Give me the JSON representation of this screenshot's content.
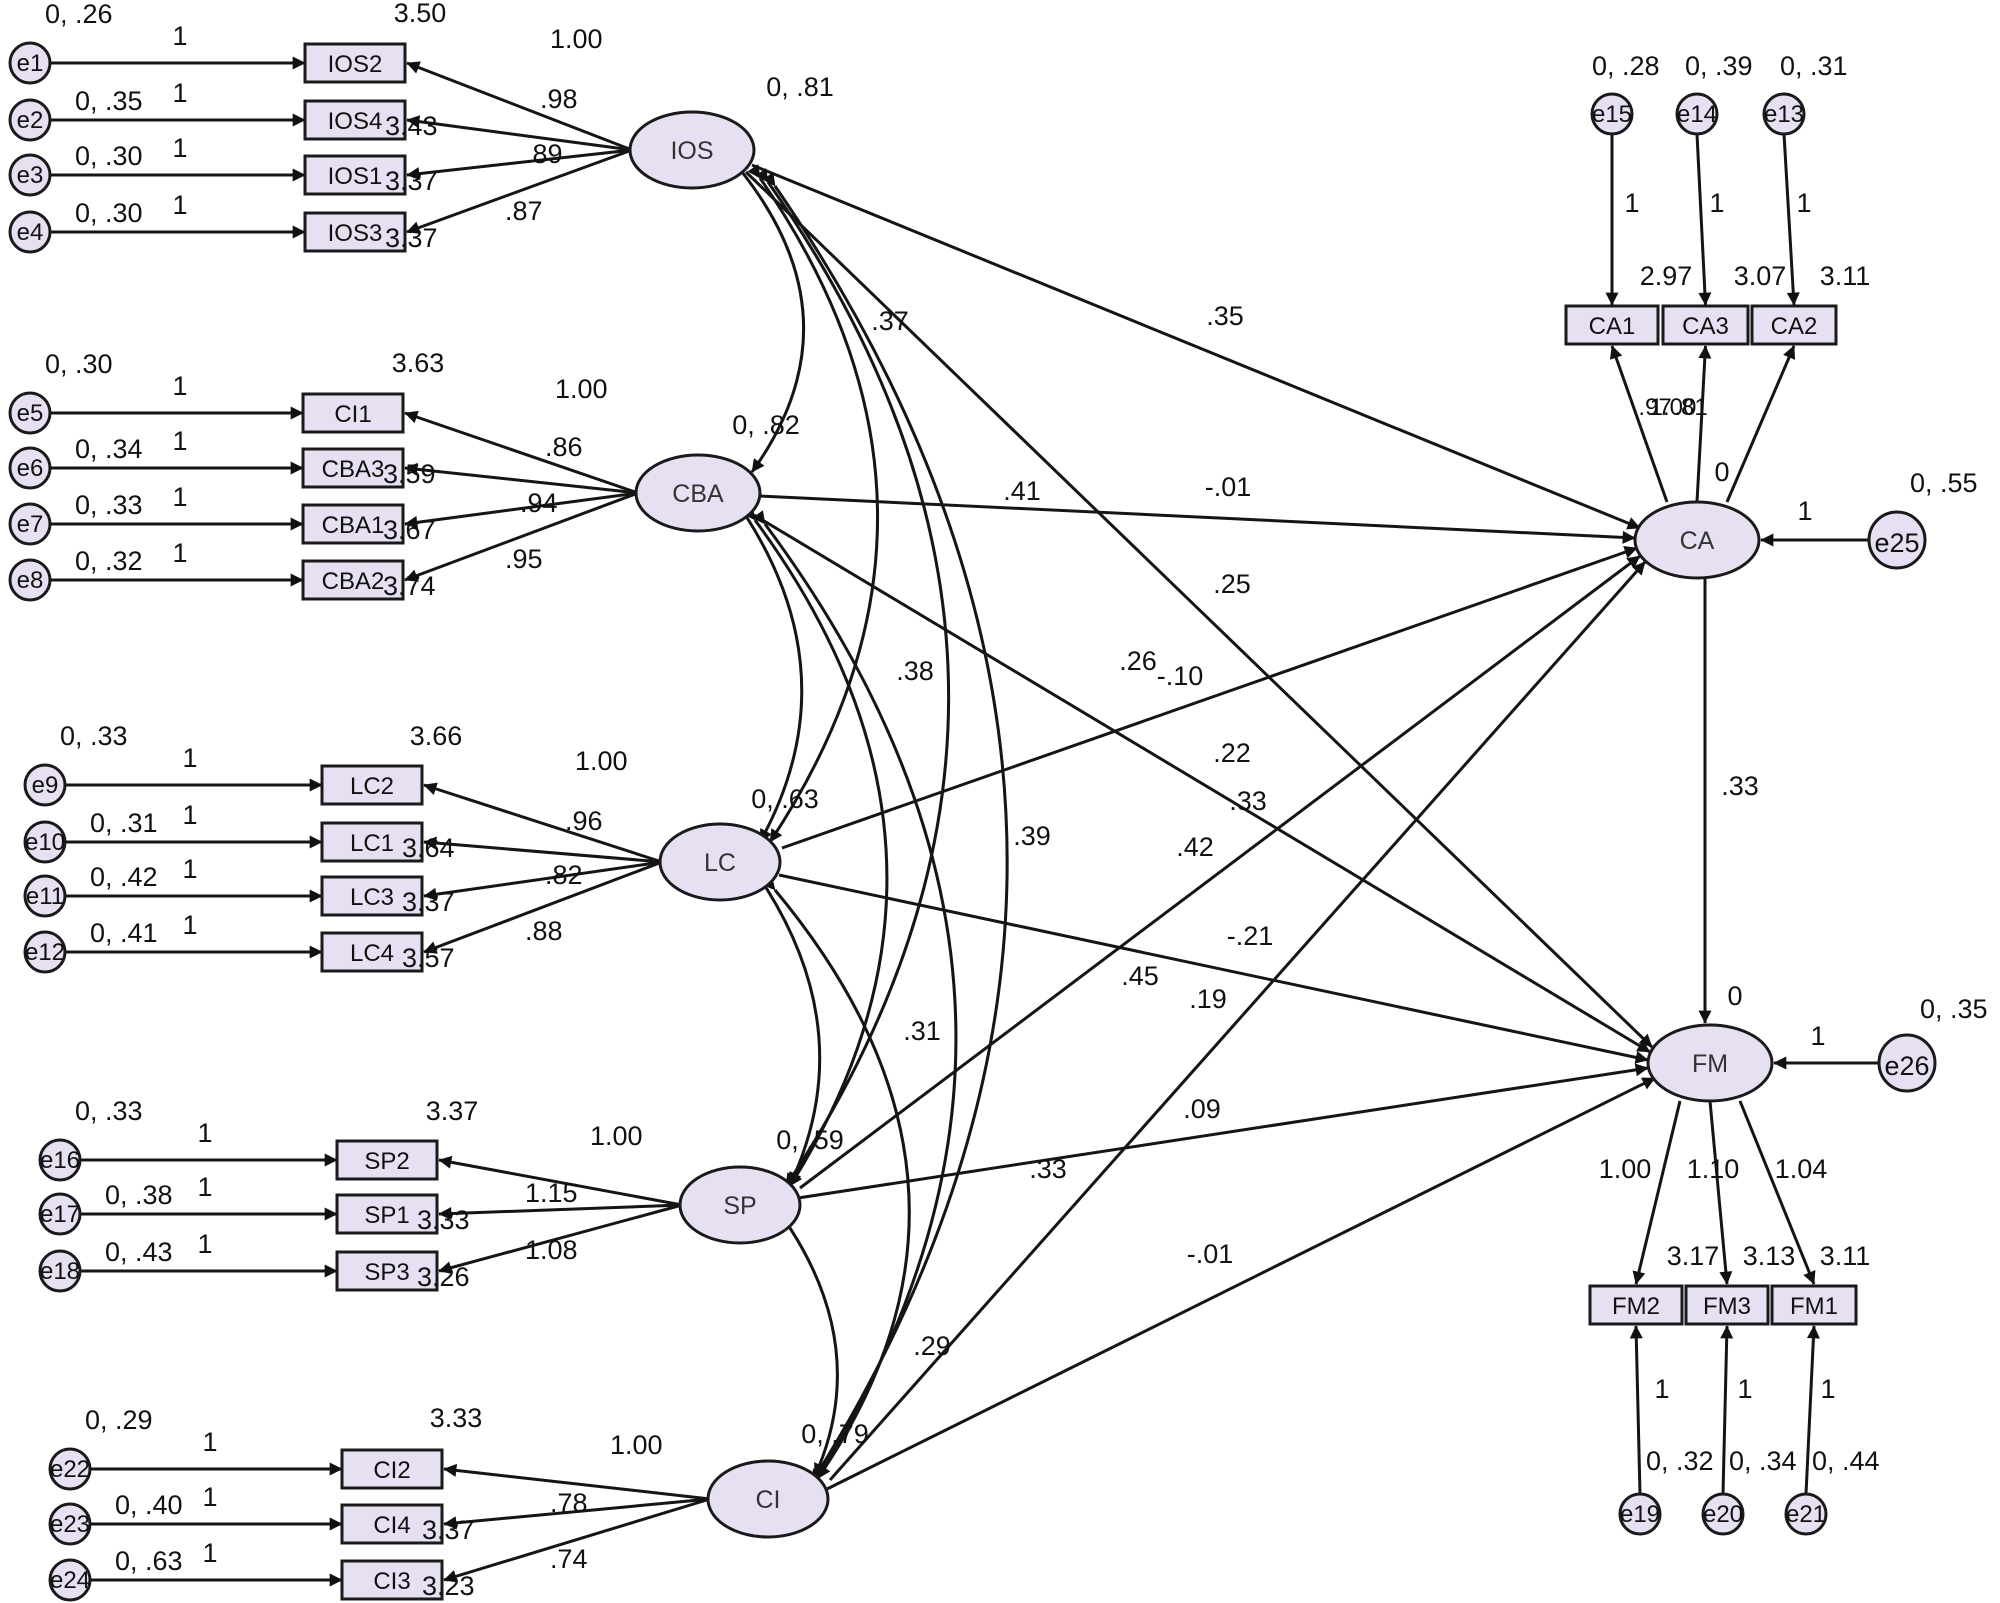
{
  "latents": [
    {
      "id": "IOS",
      "label": "IOS",
      "param": "0, .81"
    },
    {
      "id": "CBA",
      "label": "CBA",
      "param": "0, .82"
    },
    {
      "id": "LC",
      "label": "LC",
      "param": "0, .63"
    },
    {
      "id": "SP",
      "label": "SP",
      "param": "0, .59"
    },
    {
      "id": "CI",
      "label": "CI",
      "param": "0, .79"
    },
    {
      "id": "CA",
      "label": "CA",
      "param": "0"
    },
    {
      "id": "FM",
      "label": "FM",
      "param": "0"
    }
  ],
  "indicators": [
    {
      "label": "IOS2",
      "intercept": "3.50",
      "loading": "1.00"
    },
    {
      "label": "IOS4",
      "intercept": "3.43",
      "loading": ".98"
    },
    {
      "label": "IOS1",
      "intercept": "3.37",
      "loading": ".89"
    },
    {
      "label": "IOS3",
      "intercept": "3.37",
      "loading": ".87"
    },
    {
      "label": "CI1",
      "intercept": "3.63",
      "loading": "1.00"
    },
    {
      "label": "CBA3",
      "intercept": "3.59",
      "loading": ".86"
    },
    {
      "label": "CBA1",
      "intercept": "3.67",
      "loading": ".94"
    },
    {
      "label": "CBA2",
      "intercept": "3.74",
      "loading": ".95"
    },
    {
      "label": "LC2",
      "intercept": "3.66",
      "loading": "1.00"
    },
    {
      "label": "LC1",
      "intercept": "3.64",
      "loading": ".96"
    },
    {
      "label": "LC3",
      "intercept": "3.37",
      "loading": ".82"
    },
    {
      "label": "LC4",
      "intercept": "3.57",
      "loading": ".88"
    },
    {
      "label": "SP2",
      "intercept": "3.37",
      "loading": "1.00"
    },
    {
      "label": "SP1",
      "intercept": "3.33",
      "loading": "1.15"
    },
    {
      "label": "SP3",
      "intercept": "3.26",
      "loading": "1.08"
    },
    {
      "label": "CI2",
      "intercept": "3.33",
      "loading": "1.00"
    },
    {
      "label": "CI4",
      "intercept": "3.37",
      "loading": ".78"
    },
    {
      "label": "CI3",
      "intercept": "3.23",
      "loading": ".74"
    },
    {
      "label": "CA1",
      "intercept": "2.97",
      "loading": ".97"
    },
    {
      "label": "CA3",
      "intercept": "3.07",
      "loading": "1.00"
    },
    {
      "label": "CA2",
      "intercept": "3.11",
      "loading": ".81"
    },
    {
      "label": "FM2",
      "intercept": "3.17",
      "loading": "1.00"
    },
    {
      "label": "FM3",
      "intercept": "3.13",
      "loading": "1.10"
    },
    {
      "label": "FM1",
      "intercept": "3.11",
      "loading": "1.04"
    }
  ],
  "errors": [
    {
      "label": "e1",
      "param": "0, .26"
    },
    {
      "label": "e2",
      "param": "0, .35"
    },
    {
      "label": "e3",
      "param": "0, .30"
    },
    {
      "label": "e4",
      "param": "0, .30"
    },
    {
      "label": "e5",
      "param": "0, .30"
    },
    {
      "label": "e6",
      "param": "0, .34"
    },
    {
      "label": "e7",
      "param": "0, .33"
    },
    {
      "label": "e8",
      "param": "0, .32"
    },
    {
      "label": "e9",
      "param": "0, .33"
    },
    {
      "label": "e10",
      "param": "0, .31"
    },
    {
      "label": "e11",
      "param": "0, .42"
    },
    {
      "label": "e12",
      "param": "0, .41"
    },
    {
      "label": "e16",
      "param": "0, .33"
    },
    {
      "label": "e17",
      "param": "0, .38"
    },
    {
      "label": "e18",
      "param": "0, .43"
    },
    {
      "label": "e22",
      "param": "0, .29"
    },
    {
      "label": "e23",
      "param": "0, .40"
    },
    {
      "label": "e24",
      "param": "0, .63"
    },
    {
      "label": "e15",
      "param": "0, .28"
    },
    {
      "label": "e14",
      "param": "0, .39"
    },
    {
      "label": "e13",
      "param": "0, .31"
    },
    {
      "label": "e19",
      "param": "0, .32"
    },
    {
      "label": "e20",
      "param": "0, .34"
    },
    {
      "label": "e21",
      "param": "0, .44"
    },
    {
      "label": "e25",
      "param": "0, .55"
    },
    {
      "label": "e26",
      "param": "0, .35"
    }
  ],
  "unit": "1",
  "structural": {
    "IOS_CA": ".35",
    "IOS_FM": ".25",
    "CBA_CA": "-.01",
    "CBA_FM": ".33",
    "LC_CA": ".26",
    "LC_FM": "-.21",
    "SP_CA": ".42",
    "SP_FM": ".09",
    "CI_CA": ".19",
    "CI_FM": "-.01",
    "CA_FM": ".33"
  },
  "covariances": {
    "IOS_CBA": ".37",
    "IOS_LC": ".41",
    "IOS_SP": "-.10",
    "IOS_CI": ".22",
    "CBA_LC": ".38",
    "CBA_SP": ".39",
    "CBA_CI": ".45",
    "LC_SP": ".31",
    "LC_CI": ".33",
    "SP_CI": ".29"
  }
}
